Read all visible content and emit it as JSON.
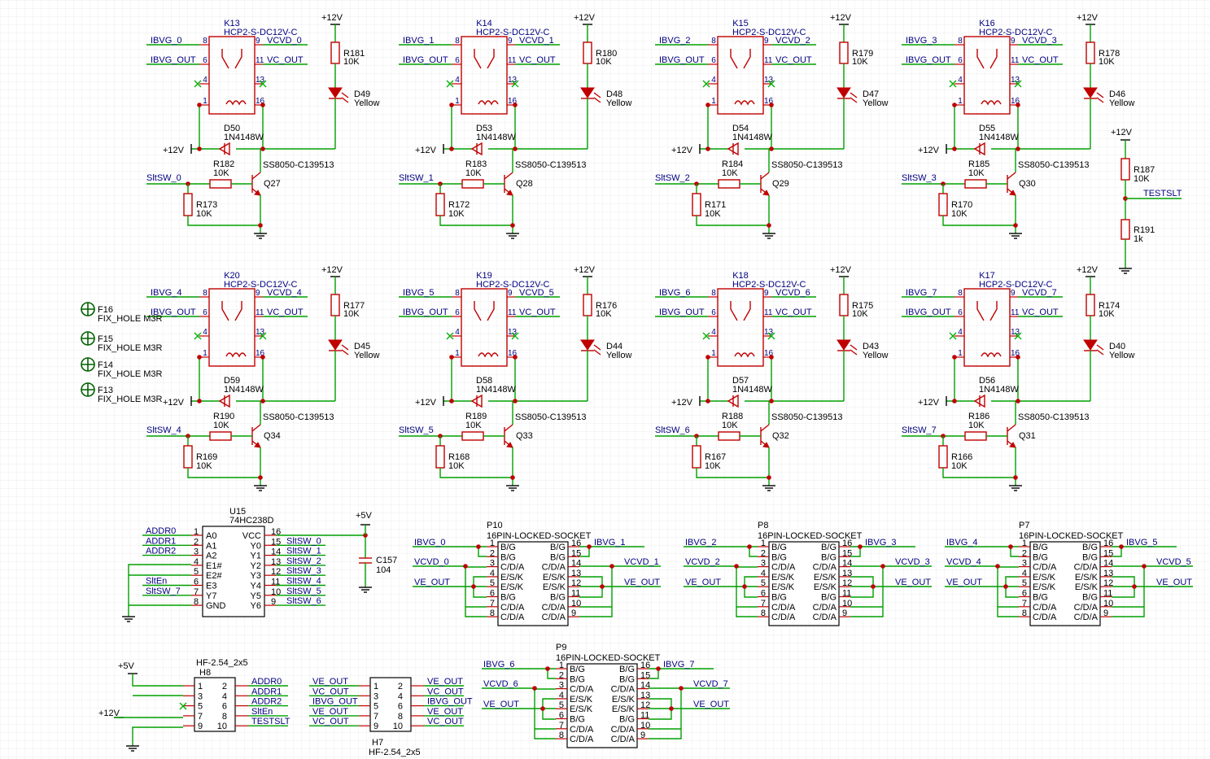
{
  "colors": {
    "wire": "#00a000",
    "part": "#c00000",
    "net": "#000080",
    "grid": "#eeeeee",
    "background": "#ffffff"
  },
  "net_labels": {
    "v12": "+12V",
    "v5": "+5V",
    "testslt": "TESTSLT"
  },
  "channels": [
    {
      "relay": "K13",
      "model": "HCP2-S-DC12V-C",
      "ibvg": "IBVG_0",
      "vcvd": "VCVD_0",
      "ibvg_out": "IBVG_OUT",
      "vc_out": "VC_OUT",
      "d_led": "D49",
      "r_led": "R181",
      "r_led_val": "10K",
      "led_color": "Yellow",
      "d_fly": "D50",
      "d_fly_val": "1N4148W",
      "transistor": "Q27",
      "transistor_model": "SS8050-C139513",
      "r_base": "R182",
      "r_base_val": "10K",
      "r_pd": "R173",
      "r_pd_val": "10K",
      "sltsw": "SltSW_0"
    },
    {
      "relay": "K14",
      "model": "HCP2-S-DC12V-C",
      "ibvg": "IBVG_1",
      "vcvd": "VCVD_1",
      "ibvg_out": "IBVG_OUT",
      "vc_out": "VC_OUT",
      "d_led": "D48",
      "r_led": "R180",
      "r_led_val": "10K",
      "led_color": "Yellow",
      "d_fly": "D53",
      "d_fly_val": "1N4148W",
      "transistor": "Q28",
      "transistor_model": "SS8050-C139513",
      "r_base": "R183",
      "r_base_val": "10K",
      "r_pd": "R172",
      "r_pd_val": "10K",
      "sltsw": "SltSW_1"
    },
    {
      "relay": "K15",
      "model": "HCP2-S-DC12V-C",
      "ibvg": "IBVG_2",
      "vcvd": "VCVD_2",
      "ibvg_out": "IBVG_OUT",
      "vc_out": "VC_OUT",
      "d_led": "D47",
      "r_led": "R179",
      "r_led_val": "10K",
      "led_color": "Yellow",
      "d_fly": "D54",
      "d_fly_val": "1N4148W",
      "transistor": "Q29",
      "transistor_model": "SS8050-C139513",
      "r_base": "R184",
      "r_base_val": "10K",
      "r_pd": "R171",
      "r_pd_val": "10K",
      "sltsw": "SltSW_2"
    },
    {
      "relay": "K16",
      "model": "HCP2-S-DC12V-C",
      "ibvg": "IBVG_3",
      "vcvd": "VCVD_3",
      "ibvg_out": "IBVG_OUT",
      "vc_out": "VC_OUT",
      "d_led": "D46",
      "r_led": "R178",
      "r_led_val": "10K",
      "led_color": "Yellow",
      "d_fly": "D55",
      "d_fly_val": "1N4148W",
      "transistor": "Q30",
      "transistor_model": "SS8050-C139513",
      "r_base": "R185",
      "r_base_val": "10K",
      "r_pd": "R170",
      "r_pd_val": "10K",
      "sltsw": "SltSW_3"
    },
    {
      "relay": "K20",
      "model": "HCP2-S-DC12V-C",
      "ibvg": "IBVG_4",
      "vcvd": "VCVD_4",
      "ibvg_out": "IBVG_OUT",
      "vc_out": "VC_OUT",
      "d_led": "D45",
      "r_led": "R177",
      "r_led_val": "10K",
      "led_color": "Yellow",
      "d_fly": "D59",
      "d_fly_val": "1N4148W",
      "transistor": "Q34",
      "transistor_model": "SS8050-C139513",
      "r_base": "R190",
      "r_base_val": "10K",
      "r_pd": "R169",
      "r_pd_val": "10K",
      "sltsw": "SltSW_4"
    },
    {
      "relay": "K19",
      "model": "HCP2-S-DC12V-C",
      "ibvg": "IBVG_5",
      "vcvd": "VCVD_5",
      "ibvg_out": "IBVG_OUT",
      "vc_out": "VC_OUT",
      "d_led": "D44",
      "r_led": "R176",
      "r_led_val": "10K",
      "led_color": "Yellow",
      "d_fly": "D58",
      "d_fly_val": "1N4148W",
      "transistor": "Q33",
      "transistor_model": "SS8050-C139513",
      "r_base": "R189",
      "r_base_val": "10K",
      "r_pd": "R168",
      "r_pd_val": "10K",
      "sltsw": "SltSW_5"
    },
    {
      "relay": "K18",
      "model": "HCP2-S-DC12V-C",
      "ibvg": "IBVG_6",
      "vcvd": "VCVD_6",
      "ibvg_out": "IBVG_OUT",
      "vc_out": "VC_OUT",
      "d_led": "D43",
      "r_led": "R175",
      "r_led_val": "10K",
      "led_color": "Yellow",
      "d_fly": "D57",
      "d_fly_val": "1N4148W",
      "transistor": "Q32",
      "transistor_model": "SS8050-C139513",
      "r_base": "R188",
      "r_base_val": "10K",
      "r_pd": "R167",
      "r_pd_val": "10K",
      "sltsw": "SltSW_6"
    },
    {
      "relay": "K17",
      "model": "HCP2-S-DC12V-C",
      "ibvg": "IBVG_7",
      "vcvd": "VCVD_7",
      "ibvg_out": "IBVG_OUT",
      "vc_out": "VC_OUT",
      "d_led": "D40",
      "r_led": "R174",
      "r_led_val": "10K",
      "led_color": "Yellow",
      "d_fly": "D56",
      "d_fly_val": "1N4148W",
      "transistor": "Q31",
      "transistor_model": "SS8050-C139513",
      "r_base": "R186",
      "r_base_val": "10K",
      "r_pd": "R166",
      "r_pd_val": "10K",
      "sltsw": "SltSW_7"
    }
  ],
  "relay_pins": [
    "8",
    "9",
    "6",
    "11",
    "4",
    "13",
    "1",
    "16"
  ],
  "divider": {
    "r_top": "R187",
    "r_top_val": "10K",
    "r_bot": "R191",
    "r_bot_val": "1k",
    "net": "TESTSLT"
  },
  "fix_holes": [
    {
      "ref": "F16",
      "value": "FIX_HOLE M3R"
    },
    {
      "ref": "F15",
      "value": "FIX_HOLE M3R"
    },
    {
      "ref": "F14",
      "value": "FIX_HOLE M3R"
    },
    {
      "ref": "F13",
      "value": "FIX_HOLE M3R"
    }
  ],
  "decoder": {
    "ref": "U15",
    "model": "74HC238D",
    "left_pins": [
      {
        "num": "1",
        "name": "A0",
        "net": "ADDR0"
      },
      {
        "num": "2",
        "name": "A1",
        "net": "ADDR1"
      },
      {
        "num": "3",
        "name": "A2",
        "net": "ADDR2"
      },
      {
        "num": "4",
        "name": "E1#",
        "net": ""
      },
      {
        "num": "5",
        "name": "E2#",
        "net": ""
      },
      {
        "num": "6",
        "name": "E3",
        "net": "SltEn"
      },
      {
        "num": "7",
        "name": "Y7",
        "net": "SltSW_7"
      },
      {
        "num": "8",
        "name": "GND",
        "net": ""
      }
    ],
    "right_pins": [
      {
        "num": "16",
        "name": "VCC",
        "net": ""
      },
      {
        "num": "15",
        "name": "Y0",
        "net": "SltSW_0"
      },
      {
        "num": "14",
        "name": "Y1",
        "net": "SltSW_1"
      },
      {
        "num": "13",
        "name": "Y2",
        "net": "SltSW_2"
      },
      {
        "num": "12",
        "name": "Y3",
        "net": "SltSW_3"
      },
      {
        "num": "11",
        "name": "Y4",
        "net": "SltSW_4"
      },
      {
        "num": "10",
        "name": "Y5",
        "net": "SltSW_5"
      },
      {
        "num": "9",
        "name": "Y6",
        "net": "SltSW_6"
      }
    ]
  },
  "capacitor": {
    "ref": "C157",
    "value": "104"
  },
  "sockets": [
    {
      "ref": "P10",
      "model": "16PIN-LOCKED-SOCKET",
      "ibvg_a": "IBVG_0",
      "ibvg_b": "IBVG_1",
      "vcvd_a": "VCVD_0",
      "vcvd_b": "VCVD_1",
      "ve_a": "VE_OUT",
      "ve_b": "VE_OUT"
    },
    {
      "ref": "P8",
      "model": "16PIN-LOCKED-SOCKET",
      "ibvg_a": "IBVG_2",
      "ibvg_b": "IBVG_3",
      "vcvd_a": "VCVD_2",
      "vcvd_b": "VCVD_3",
      "ve_a": "VE_OUT",
      "ve_b": "VE_OUT"
    },
    {
      "ref": "P7",
      "model": "16PIN-LOCKED-SOCKET",
      "ibvg_a": "IBVG_4",
      "ibvg_b": "IBVG_5",
      "vcvd_a": "VCVD_4",
      "vcvd_b": "VCVD_5",
      "ve_a": "VE_OUT",
      "ve_b": "VE_OUT"
    },
    {
      "ref": "P9",
      "model": "16PIN-LOCKED-SOCKET",
      "ibvg_a": "IBVG_6",
      "ibvg_b": "IBVG_7",
      "vcvd_a": "VCVD_6",
      "vcvd_b": "VCVD_7",
      "ve_a": "VE_OUT",
      "ve_b": "VE_OUT"
    }
  ],
  "socket_pins": {
    "left": [
      {
        "n": "1",
        "s": "B/G"
      },
      {
        "n": "2",
        "s": "B/G"
      },
      {
        "n": "3",
        "s": "C/D/A"
      },
      {
        "n": "4",
        "s": "E/S/K"
      },
      {
        "n": "5",
        "s": "E/S/K"
      },
      {
        "n": "6",
        "s": "B/G"
      },
      {
        "n": "7",
        "s": "C/D/A"
      },
      {
        "n": "8",
        "s": "C/D/A"
      }
    ],
    "right": [
      {
        "n": "16",
        "s": "B/G"
      },
      {
        "n": "15",
        "s": "B/G"
      },
      {
        "n": "14",
        "s": "C/D/A"
      },
      {
        "n": "13",
        "s": "E/S/K"
      },
      {
        "n": "12",
        "s": "E/S/K"
      },
      {
        "n": "11",
        "s": "B/G"
      },
      {
        "n": "10",
        "s": "C/D/A"
      },
      {
        "n": "9",
        "s": "C/D/A"
      }
    ]
  },
  "headers": [
    {
      "ref": "H8",
      "model": "HF-2.54_2x5",
      "left_nets": [
        "",
        "",
        "",
        "",
        ""
      ],
      "right_nets": [
        "ADDR0",
        "ADDR1",
        "ADDR2",
        "SltEn",
        "TESTSLT"
      ]
    },
    {
      "ref": "H7",
      "model": "HF-2.54_2x5",
      "left_nets": [
        "VE_OUT",
        "VC_OUT",
        "IBVG_OUT",
        "VE_OUT",
        "VC_OUT"
      ],
      "right_nets": [
        "VE_OUT",
        "VC_OUT",
        "IBVG_OUT",
        "VE_OUT",
        "VC_OUT"
      ]
    }
  ],
  "header_pins": {
    "left": [
      "1",
      "3",
      "5",
      "7",
      "9"
    ],
    "right": [
      "2",
      "4",
      "6",
      "8",
      "10"
    ]
  }
}
